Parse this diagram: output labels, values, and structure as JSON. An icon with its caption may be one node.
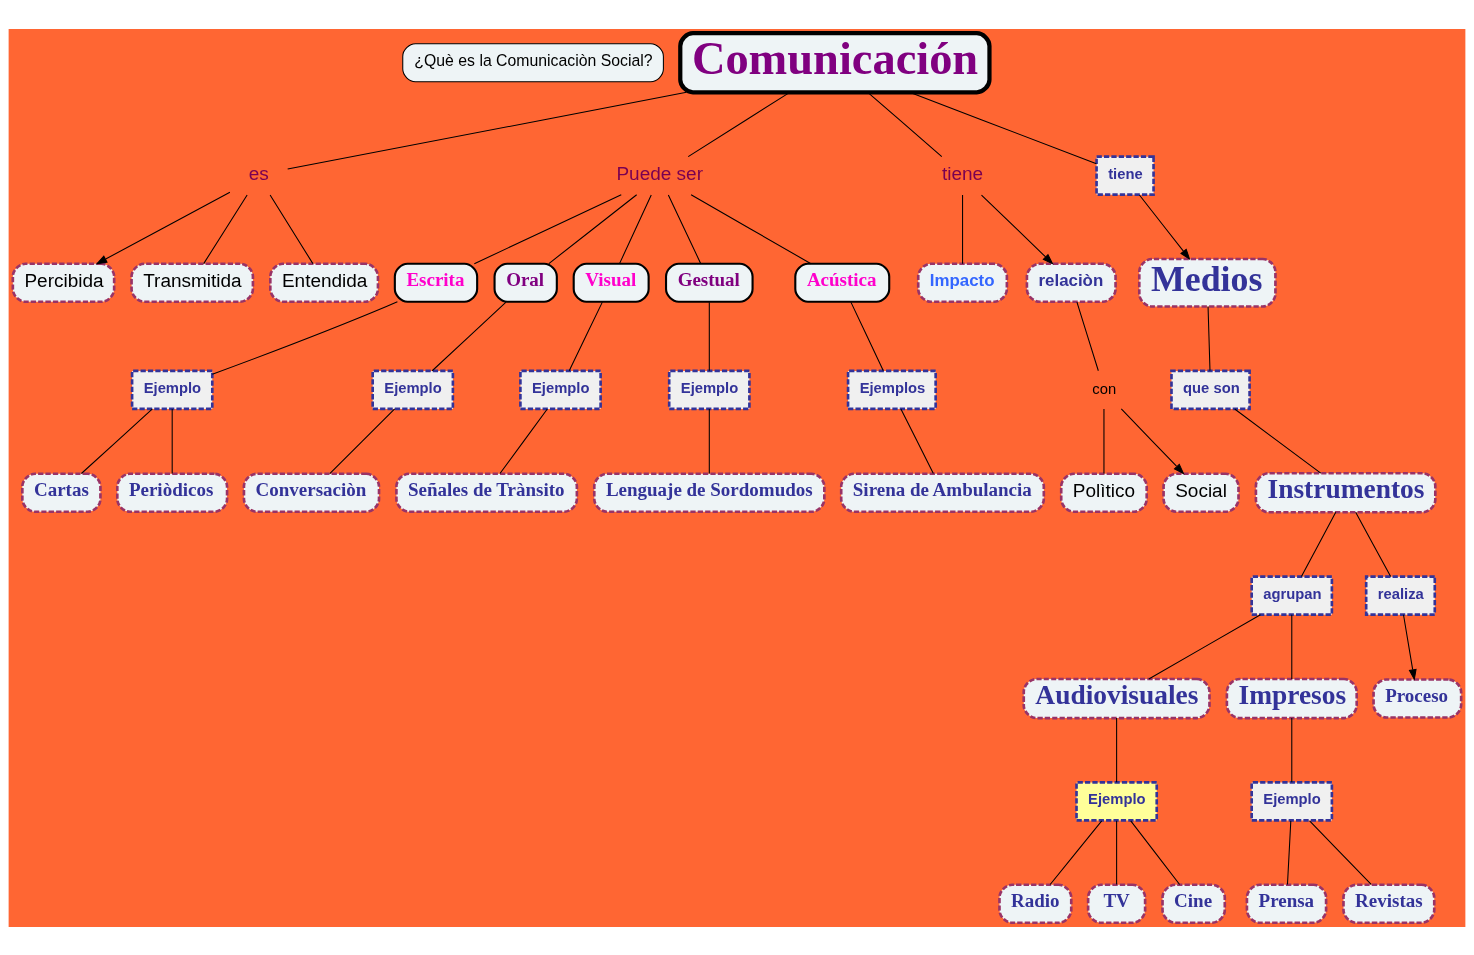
{
  "diagram": {
    "nodes": [
      {
        "text": [
          "¿Què es la Comunicaciòn Social?"
        ]
      },
      {
        "text": [
          "Comunicación"
        ]
      },
      {
        "text": [
          "tiene"
        ]
      },
      {
        "text": [
          "es"
        ]
      },
      {
        "text": [
          "tiene"
        ]
      },
      {
        "text": [
          "Percibida"
        ]
      },
      {
        "text": [
          "Medios"
        ]
      },
      {
        "text": [
          "relaciòn"
        ]
      },
      {
        "text": [
          "Impacto"
        ]
      },
      {
        "text": [
          "Puede ser"
        ]
      },
      {
        "text": [
          "Transmitida"
        ]
      },
      {
        "text": [
          "que son"
        ]
      },
      {
        "text": [
          "con"
        ]
      },
      {
        "text": [
          "Social"
        ]
      },
      {
        "text": [
          "Instrumentos"
        ]
      },
      {
        "text": [
          "Entendida"
        ]
      },
      {
        "text": [
          "Polìtico"
        ]
      },
      {
        "text": [
          "realiza"
        ]
      },
      {
        "text": [
          "Proceso"
        ]
      },
      {
        "text": [
          "agrupan"
        ]
      },
      {
        "text": [
          "Escrita"
        ]
      },
      {
        "text": [
          "Acústica"
        ]
      },
      {
        "text": [
          "Oral"
        ]
      },
      {
        "text": [
          "Gestual"
        ]
      },
      {
        "text": [
          "Visual"
        ]
      },
      {
        "text": [
          "Audiovisuales"
        ]
      },
      {
        "text": [
          "Impresos"
        ]
      },
      {
        "text": [
          "Ejemplo"
        ]
      },
      {
        "text": [
          "Ejemplos"
        ]
      },
      {
        "text": [
          "Ejemplo"
        ]
      },
      {
        "text": [
          "Ejemplo"
        ]
      },
      {
        "text": [
          "Ejemplo"
        ]
      },
      {
        "text": [
          "Ejemplo"
        ]
      },
      {
        "text": [
          "Cartas"
        ]
      },
      {
        "text": [
          "Ejemplo"
        ]
      },
      {
        "text": [
          "Sirena de Ambulancia"
        ]
      },
      {
        "text": [
          "Lenguaje de Sordomudos"
        ]
      },
      {
        "text": [
          "Conversaciòn"
        ]
      },
      {
        "text": [
          "Periòdicos"
        ]
      },
      {
        "text": [
          "Revistas"
        ]
      },
      {
        "text": [
          "Señales de Trànsito"
        ]
      },
      {
        "text": [
          "Cine"
        ]
      },
      {
        "text": [
          "Radio"
        ]
      },
      {
        "text": [
          "Prensa"
        ]
      },
      {
        "text": [
          "TV"
        ]
      }
    ],
    "edges": [
      {
        "from": 1,
        "to": 3,
        "arrow": "none"
      },
      {
        "from": 3,
        "to": 5,
        "arrow": "to"
      },
      {
        "from": 3,
        "to": 10,
        "arrow": "none"
      },
      {
        "from": 3,
        "to": 15,
        "arrow": "none"
      },
      {
        "from": 1,
        "to": 9,
        "arrow": "none"
      },
      {
        "from": 1,
        "to": 4,
        "arrow": "none"
      },
      {
        "from": 4,
        "to": 8,
        "arrow": "none"
      },
      {
        "from": 4,
        "to": 7,
        "arrow": "to"
      },
      {
        "from": 1,
        "to": 2,
        "arrow": "none"
      },
      {
        "from": 2,
        "to": 6,
        "arrow": "to"
      },
      {
        "from": 7,
        "to": 12,
        "arrow": "none"
      },
      {
        "from": 12,
        "to": 16,
        "arrow": "none"
      },
      {
        "from": 12,
        "to": 13,
        "arrow": "to"
      },
      {
        "from": 6,
        "to": 11,
        "arrow": "none"
      },
      {
        "from": 11,
        "to": 14,
        "arrow": "none"
      },
      {
        "from": 14,
        "to": 17,
        "arrow": "none"
      },
      {
        "from": 17,
        "to": 18,
        "arrow": "to"
      },
      {
        "from": 14,
        "to": 19,
        "arrow": "none"
      },
      {
        "from": 9,
        "to": 20,
        "arrow": "none"
      },
      {
        "from": 9,
        "to": 22,
        "arrow": "none"
      },
      {
        "from": 9,
        "to": 24,
        "arrow": "none"
      },
      {
        "from": 9,
        "to": 23,
        "arrow": "none"
      },
      {
        "from": 9,
        "to": 21,
        "arrow": "none"
      },
      {
        "from": 19,
        "to": 25,
        "arrow": "none"
      },
      {
        "from": 19,
        "to": 26,
        "arrow": "none"
      },
      {
        "from": 20,
        "to": 27,
        "arrow": "none"
      },
      {
        "from": 21,
        "to": 28,
        "arrow": "none"
      },
      {
        "from": 22,
        "to": 29,
        "arrow": "none"
      },
      {
        "from": 23,
        "to": 30,
        "arrow": "none"
      },
      {
        "from": 25,
        "to": 31,
        "arrow": "none"
      },
      {
        "from": 26,
        "to": 32,
        "arrow": "none"
      },
      {
        "from": 27,
        "to": 33,
        "arrow": "none"
      },
      {
        "from": 27,
        "to": 38,
        "arrow": "none"
      },
      {
        "from": 24,
        "to": 34,
        "arrow": "none"
      },
      {
        "from": 28,
        "to": 35,
        "arrow": "none"
      },
      {
        "from": 30,
        "to": 36,
        "arrow": "none"
      },
      {
        "from": 29,
        "to": 37,
        "arrow": "none"
      },
      {
        "from": 34,
        "to": 40,
        "arrow": "none"
      },
      {
        "from": 32,
        "to": 39,
        "arrow": "none"
      },
      {
        "from": 32,
        "to": 43,
        "arrow": "none"
      },
      {
        "from": 31,
        "to": 42,
        "arrow": "none"
      },
      {
        "from": 31,
        "to": 44,
        "arrow": "none"
      },
      {
        "from": 31,
        "to": 41,
        "arrow": "none"
      }
    ]
  }
}
